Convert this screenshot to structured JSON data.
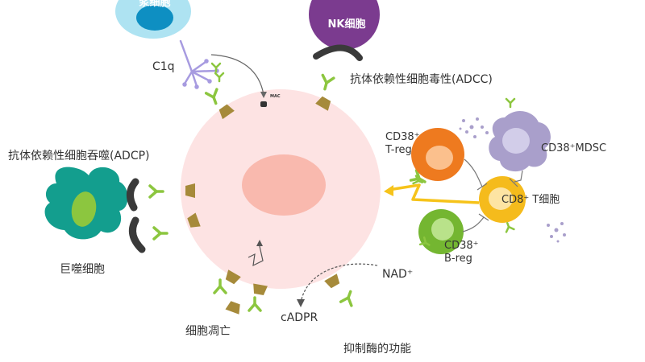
{
  "labels": {
    "plasma_cell": "浆细胞",
    "nk_cell": "NK细胞",
    "c1q": "C1q",
    "mac": "MAC",
    "adcc": "抗体依赖性细胞毒性(ADCC)",
    "adcp": "抗体依赖性细胞吞噬(ADCP)",
    "macrophage": "巨噬细胞",
    "apoptosis": "细胞凋亡",
    "cadpr": "cADPR",
    "nad": "NAD⁺",
    "enzyme": "抑制酶的功能",
    "treg_line1": "CD38⁺",
    "treg_line2": "T-reg",
    "mdsc": "CD38⁺MDSC",
    "cd8": "CD8⁺ T细胞",
    "breg_line1": "CD38⁺",
    "breg_line2": "B-reg"
  },
  "colors": {
    "target_cell": "#fde3e3",
    "target_nucleus": "#f9b9ae",
    "antibody": "#8cc63f",
    "cd38_receptor": "#a68a3a",
    "plasma_cell": "#aee3f2",
    "nk_cell": "#7b3b8f",
    "macrophage": "#139e8e",
    "treg": "#ee7a1f",
    "cd8": "#f5bb1c",
    "breg": "#74b631",
    "mdsc": "#a99fcb",
    "c1q": "#a79be0",
    "signal": "#f6c31a"
  }
}
